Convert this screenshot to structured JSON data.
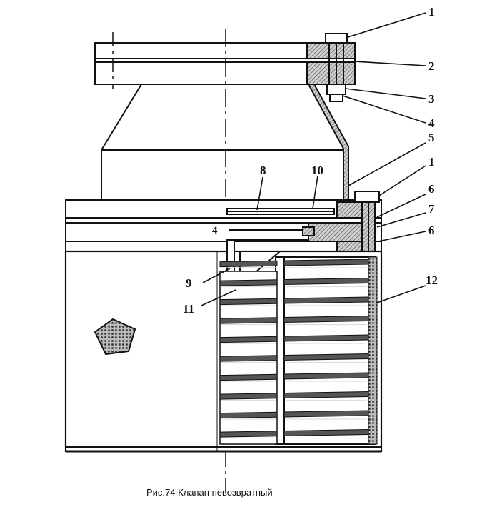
{
  "caption": "Рис.74 Клапан невозвратный",
  "labels": [
    {
      "id": "l1a",
      "text": "1"
    },
    {
      "id": "l2",
      "text": "2"
    },
    {
      "id": "l3",
      "text": "3"
    },
    {
      "id": "l4",
      "text": "4"
    },
    {
      "id": "l5",
      "text": "5"
    },
    {
      "id": "l1b",
      "text": "1"
    },
    {
      "id": "l6a",
      "text": "6"
    },
    {
      "id": "l7",
      "text": "7"
    },
    {
      "id": "l6b",
      "text": "6"
    },
    {
      "id": "l12",
      "text": "12"
    },
    {
      "id": "l8",
      "text": "8"
    },
    {
      "id": "l10",
      "text": "10"
    },
    {
      "id": "l9",
      "text": "9"
    },
    {
      "id": "l11",
      "text": "11"
    },
    {
      "id": "l4b",
      "text": "4"
    }
  ],
  "colors": {
    "ink": "#111111",
    "hatch": "#6a6a6a",
    "paper": "#ffffff"
  }
}
